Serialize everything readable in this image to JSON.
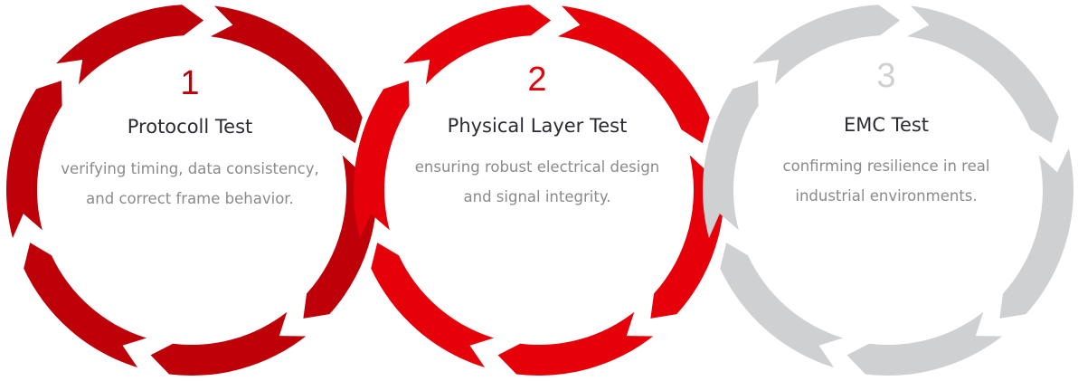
{
  "steps": [
    {
      "number": "1",
      "title": "Protocoll Test",
      "description": "verifying timing, data consistency, and correct frame behavior.",
      "ring_color": "#be0008",
      "number_color": "#be0008"
    },
    {
      "number": "2",
      "title": "Physical Layer Test",
      "description": "ensuring robust electrical design and signal integrity.",
      "ring_color": "#e60009",
      "number_color": "#e60009"
    },
    {
      "number": "3",
      "title": "EMC Test",
      "description": "confirming resilience in real industrial environments.",
      "ring_color": "#cfd0d2",
      "number_color": "#cfd0d2"
    }
  ]
}
